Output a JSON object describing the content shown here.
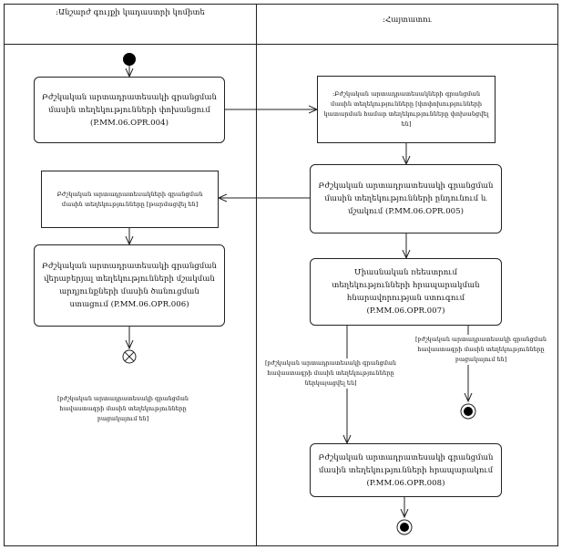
{
  "lanes": [
    {
      "title": ":Անշարժ գույքի կադաստրի կոմիտե"
    },
    {
      "title": ":Հայտատու"
    }
  ],
  "nodes": {
    "a1": "Բժշկական արտադրատեսակի գրանցման մասին տեղեկությունների փոխանցում (P.MM.06.OPR.004)",
    "o1": ":Բժշկական արտադրատեսակների գրանցման մասին տեղեկությունները [փոփոխությունների կատարման համար տեղեկությունները փոխանցվել են]",
    "a2": "Բժշկական արտադրատեսակի գրանցման մասին տեղեկությունների ընդունում և մշակում (P.MM.06.OPR.005)",
    "o2": "Բժշկական արտադրատեսակների գրանցման մասին տեղեկությունները [թարմացվել են]",
    "a3": "Բժշկական արտադրատեսակի գրանցման վերաբերյալ տեղեկությունների մշակման արդյունքների մասին ծանուցման ստացում (P.MM.06.OPR.006)",
    "a4": "Միասնական ռեեստրում տեղեկությունների հրապարակման հնարավորության ստուգում (P.MM.06.OPR.007)",
    "a5": "Բժշկական արտադրատեսակի գրանցման մասին տեղեկությունների հրապարակում (P.MM.06.OPR.008)"
  },
  "guards": {
    "g1": "[բժշկական արտադրատեսակի գրանցման հավաստագրի մասին տեղեկությունները բացակայում են]",
    "g2": "[բժշկական արտադրատեսակի գրանցման հավաստագրի մասին տեղեկությունները ներկայացվել են]",
    "g3": "[բժշկական արտադրատեսակի գրանցման հավաստագրի մասին տեղեկությունները բացակայում են]"
  }
}
